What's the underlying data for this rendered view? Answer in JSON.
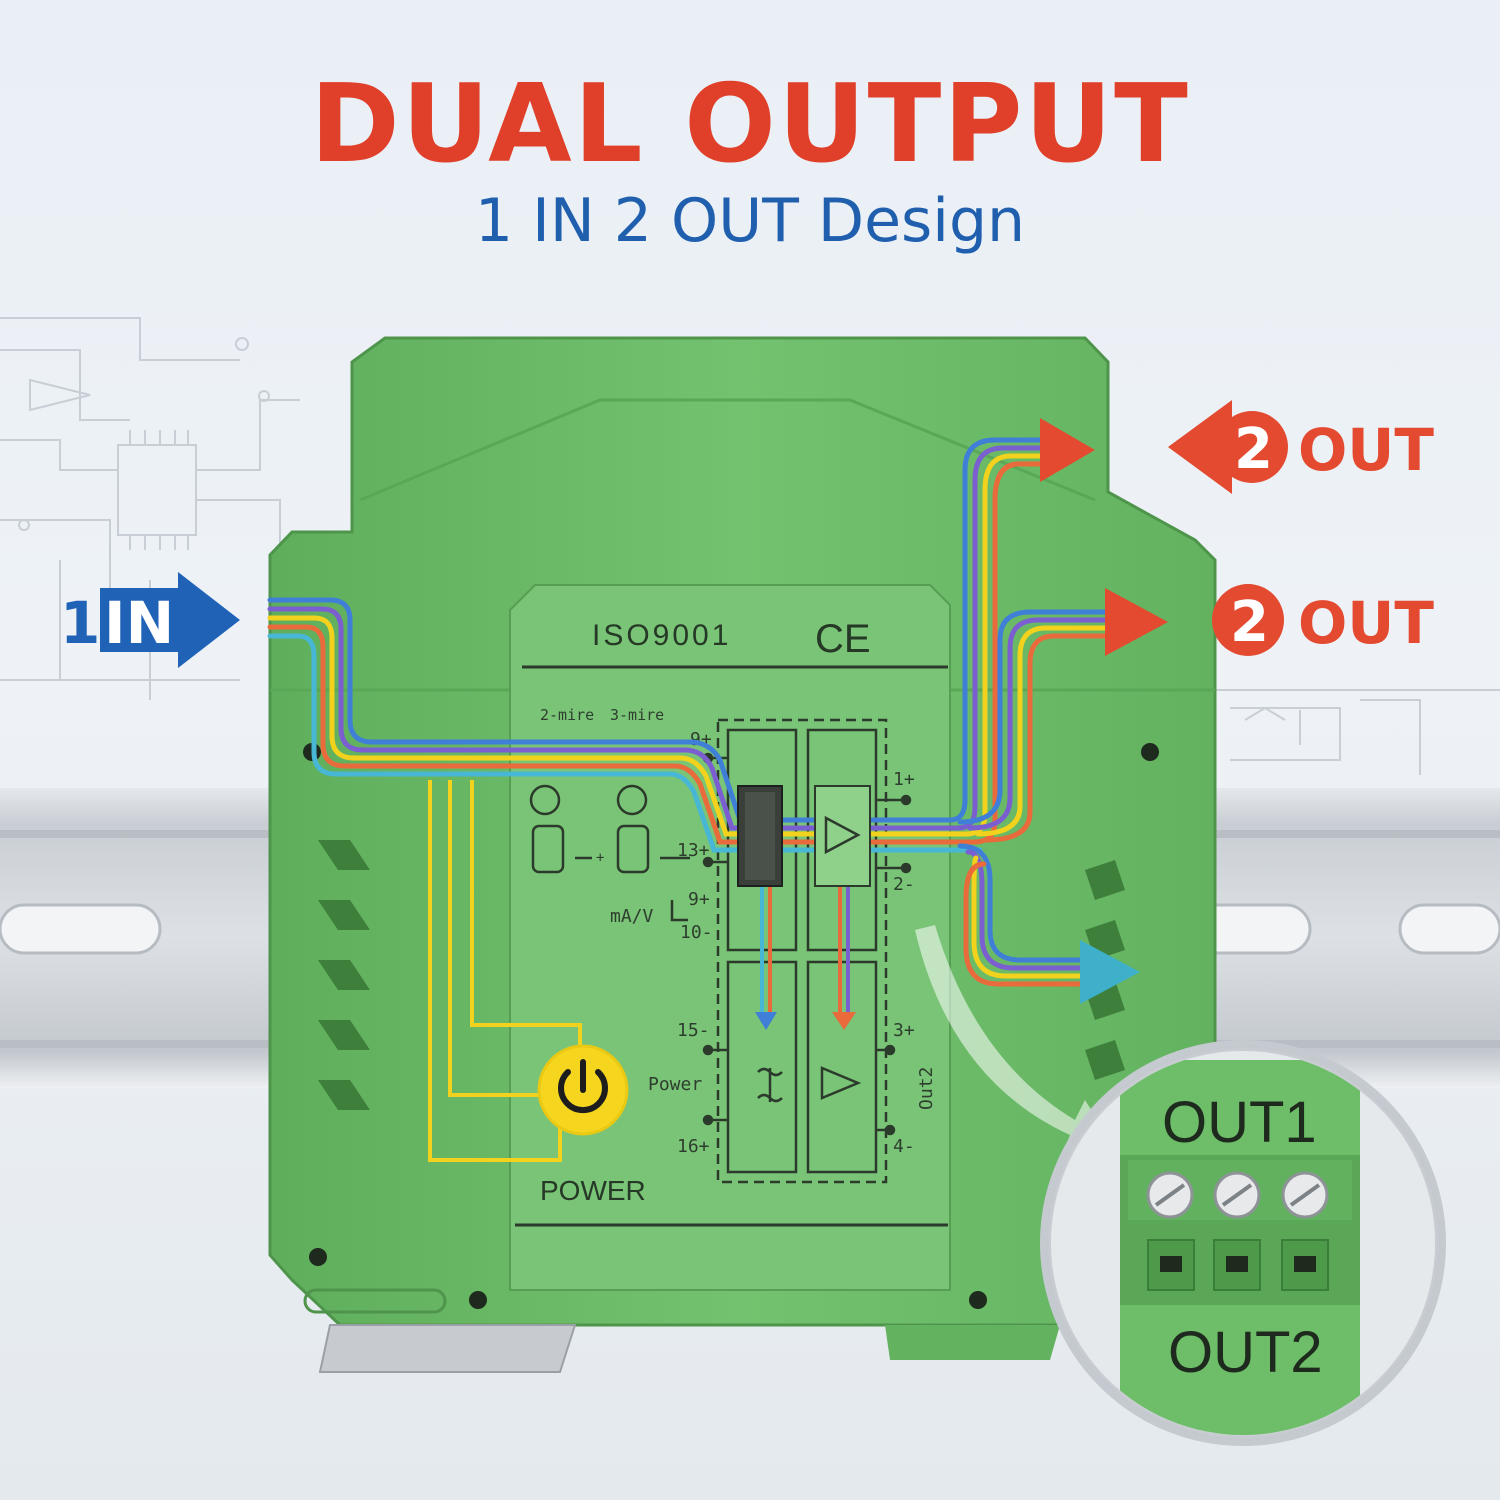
{
  "title": "DUAL OUTPUT",
  "subtitle": "1 IN 2 OUT Design",
  "input_label": {
    "number": "1",
    "text": "IN"
  },
  "output_labels": [
    {
      "number": "2",
      "text": "OUT"
    },
    {
      "number": "2",
      "text": "OUT"
    }
  ],
  "panel": {
    "cert": "ISO9001",
    "ce_mark": "CE",
    "wire2": "2-mire",
    "wire3": "3-mire",
    "power_label": "POWER",
    "power_small": "Power",
    "out2_vertical": "Out2",
    "mav": "mA/V",
    "terminals": {
      "t9a": "9+",
      "t1p": "1+",
      "t13": "13+",
      "t2m": "2-",
      "t9b": "9+",
      "t10": "10-",
      "t15": "15-",
      "t3p": "3+",
      "t16": "16+",
      "t4m": "4-",
      "tplus": "+"
    }
  },
  "zoom": {
    "top_label": "OUT1",
    "bottom_label": "OUT2"
  },
  "colors": {
    "title_red": "#e0402a",
    "subtitle_blue": "#1f5fae",
    "module_green": "#6fbf6b",
    "module_dark": "#4f9a4d",
    "power_yellow": "#f2d21c"
  }
}
